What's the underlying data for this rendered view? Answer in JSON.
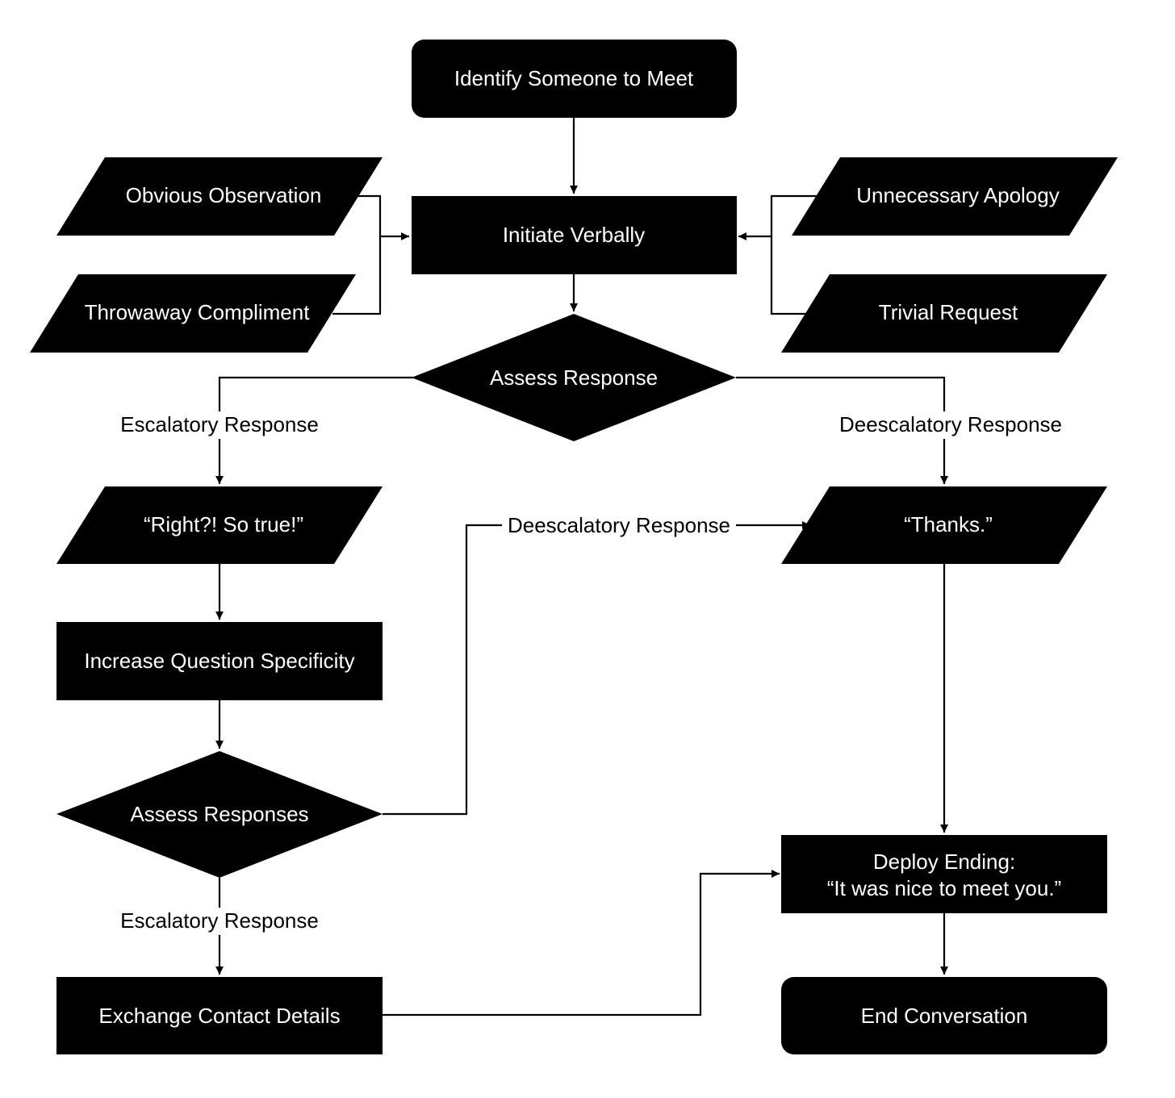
{
  "colors": {
    "background": "#ffffff",
    "shape_fill": "#000000",
    "shape_text": "#ffffff",
    "line": "#000000",
    "label_text": "#000000"
  },
  "nodes": {
    "identify": "Identify Someone to Meet",
    "obvious_observation": "Obvious Observation",
    "throwaway_compliment": "Throwaway Compliment",
    "initiate": "Initiate Verbally",
    "unnecessary_apology": "Unnecessary Apology",
    "trivial_request": "Trivial Request",
    "assess_response": "Assess Response",
    "right_so_true": "“Right?! So true!”",
    "thanks": "“Thanks.”",
    "increase_specificity": "Increase Question Specificity",
    "assess_responses": "Assess Responses",
    "deploy_ending_line1": "Deploy Ending:",
    "deploy_ending_line2": "“It was nice to meet you.”",
    "exchange_contact": "Exchange Contact Details",
    "end_conversation": "End Conversation"
  },
  "edge_labels": {
    "escalatory_1": "Escalatory Response",
    "deescalatory_1": "Deescalatory Response",
    "deescalatory_2": "Deescalatory Response",
    "escalatory_2": "Escalatory Response"
  }
}
